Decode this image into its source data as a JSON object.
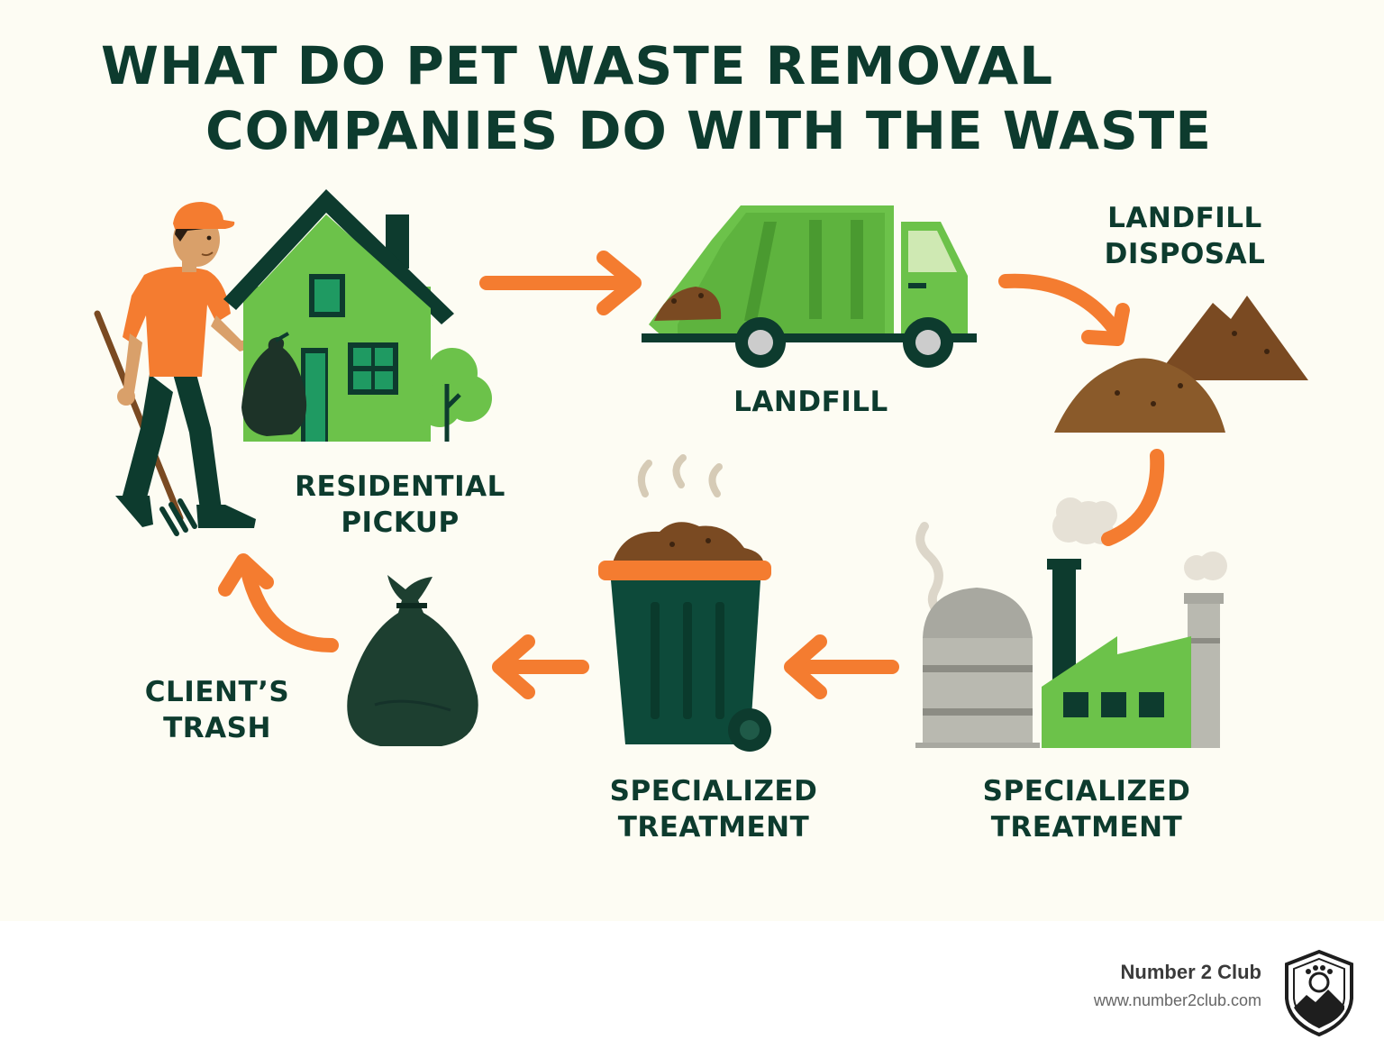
{
  "title": {
    "line1": "WHAT DO PET WASTE REMOVAL",
    "line2": "COMPANIES DO WITH THE WASTE"
  },
  "steps": [
    {
      "id": "residential",
      "line1": "RESIDENTIAL",
      "line2": "PICKUP"
    },
    {
      "id": "landfill",
      "line1": "LANDFILL",
      "line2": ""
    },
    {
      "id": "landfill-disposal",
      "line1": "LANDFILL",
      "line2": "DISPOSAL"
    },
    {
      "id": "specialized-right",
      "line1": "SPECIALIZED",
      "line2": "TREATMENT"
    },
    {
      "id": "specialized-middle",
      "line1": "SPECIALIZED",
      "line2": "TREATMENT"
    },
    {
      "id": "clients-trash",
      "line1": "CLIENT’S",
      "line2": "TRASH"
    }
  ],
  "footer": {
    "brand_name": "Number 2 Club",
    "brand_url": "www.number2club.com"
  },
  "colors": {
    "background": "#fdfcf3",
    "dark_green": "#0d3b2e",
    "bright_green": "#6cc24a",
    "orange": "#f47c30",
    "brown": "#7a4a22",
    "grey": "#b9b9b0"
  },
  "icons": [
    "worker-icon",
    "house-icon",
    "garbage-truck-icon",
    "waste-pile-icon",
    "factory-icon",
    "trash-bin-icon",
    "trash-bag-icon",
    "club-logo-icon"
  ]
}
